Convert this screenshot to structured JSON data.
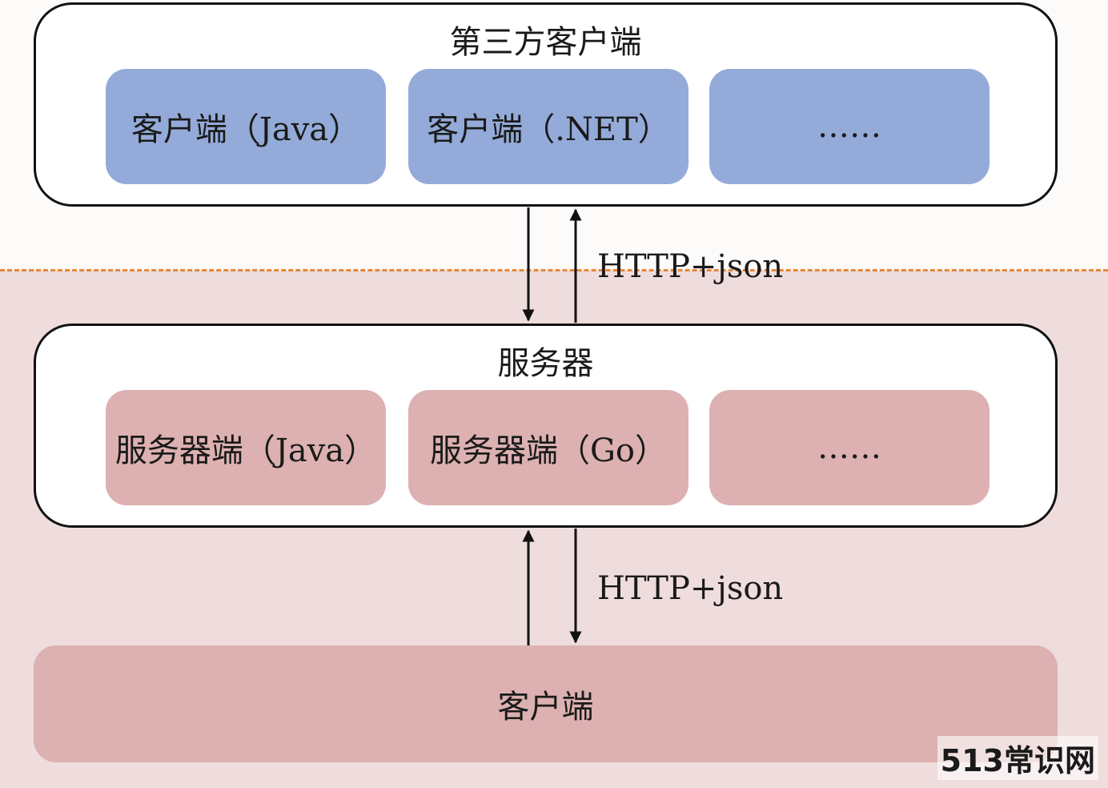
{
  "colors": {
    "client_box": "#94abd9",
    "server_box": "#ddb1b1",
    "lower_zone": "#efdcdc",
    "divider": "#e8883a"
  },
  "third_party": {
    "title": "第三方客户端",
    "boxes": [
      "客户端（Java）",
      "客户端（.NET）",
      "……"
    ]
  },
  "server": {
    "title": "服务器",
    "boxes": [
      "服务器端（Java）",
      "服务器端（Go）",
      "……"
    ]
  },
  "client": {
    "label": "客户端"
  },
  "protocols": {
    "upper": "HTTP+json",
    "lower": "HTTP+json"
  },
  "watermark": "513常识网"
}
